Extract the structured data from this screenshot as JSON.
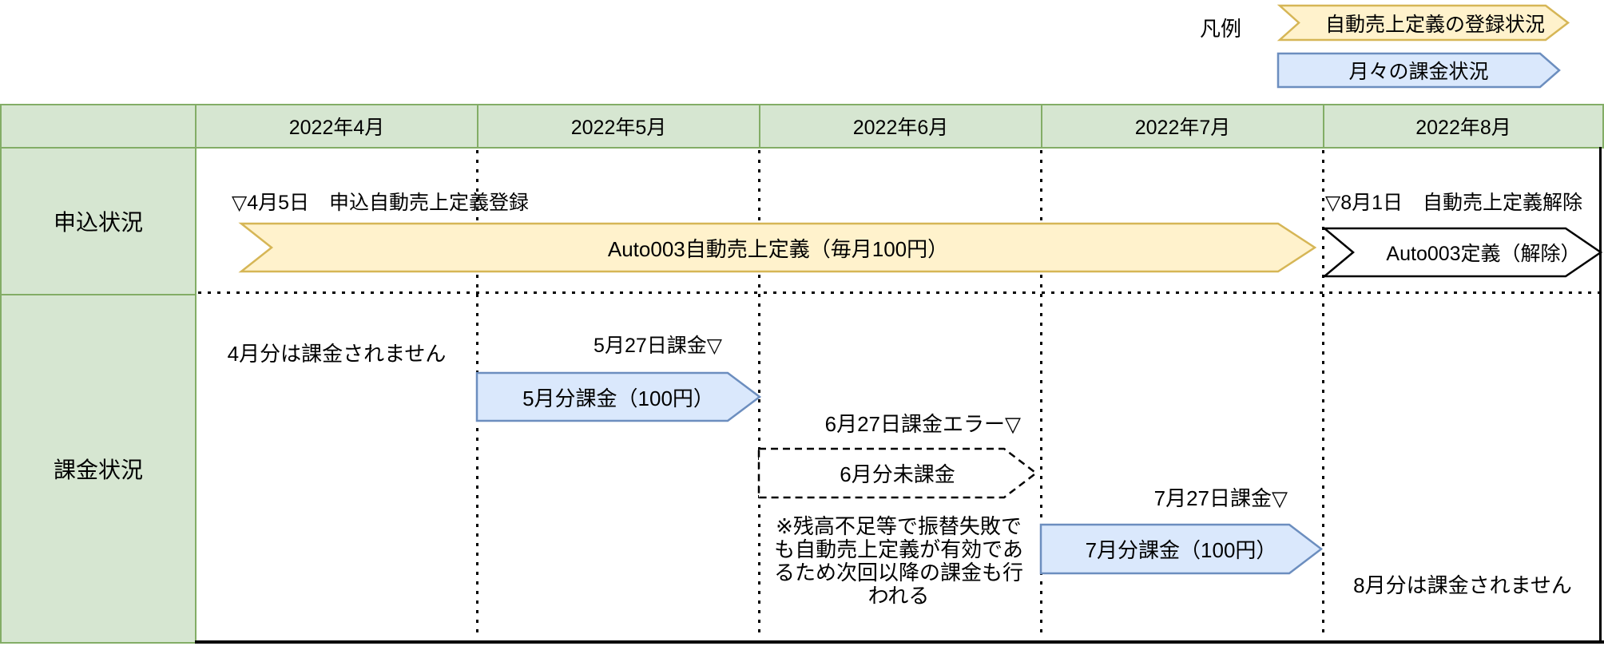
{
  "legend": {
    "label": "凡例",
    "items": [
      {
        "text": "自動売上定義の登録状況",
        "fill": "#fff2cc",
        "stroke": "#d6b656"
      },
      {
        "text": "月々の課金状況",
        "fill": "#dae8fc",
        "stroke": "#6c8ebf"
      }
    ]
  },
  "table": {
    "months": [
      "2022年4月",
      "2022年5月",
      "2022年6月",
      "2022年7月",
      "2022年8月"
    ],
    "rows": [
      {
        "label": "申込状況"
      },
      {
        "label": "課金状況"
      }
    ]
  },
  "application_row": {
    "registration_marker": "▽4月5日　申込自動売上定義登録",
    "definition_arrow": "Auto003自動売上定義（毎月100円）",
    "release_marker": "▽8月1日　自動売上定義解除",
    "release_arrow": "Auto003定義（解除）"
  },
  "billing_row": {
    "april_note": "4月分は課金されません",
    "may_marker": "5月27日課金▽",
    "may_arrow": "5月分課金（100円）",
    "june_marker": "6月27日課金エラー▽",
    "june_arrow": "6月分未課金",
    "june_note_lines": [
      "※残高不足等で振替失敗で",
      "も自動売上定義が有効であ",
      "るため次回以降の課金も行",
      "われる"
    ],
    "july_marker": "7月27日課金▽",
    "july_arrow": "7月分課金（100円）",
    "august_note": "8月分は課金されません"
  },
  "colors": {
    "table_fill": "#d6e6d1",
    "table_border": "#83ad66",
    "registration_fill": "#fff2cc",
    "registration_stroke": "#d6b656",
    "billing_fill": "#dae8fc",
    "billing_stroke": "#6c8ebf",
    "line": "#000000"
  }
}
